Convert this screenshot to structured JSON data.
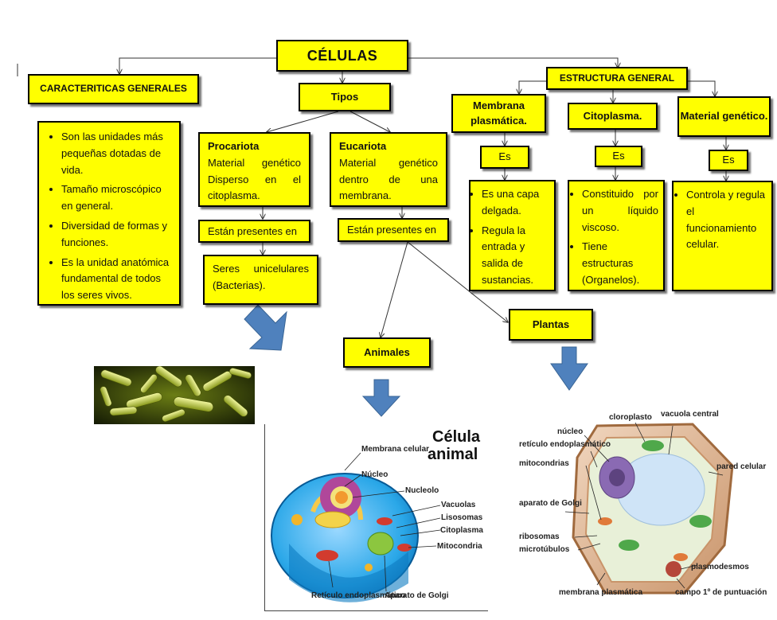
{
  "title": "CÉLULAS",
  "characteristics": {
    "header": "CARACTERITICAS GENERALES",
    "items": [
      "Son las unidades más pequeñas dotadas de vida.",
      "Tamaño microscópico en general.",
      "Diversidad de formas y funciones.",
      "Es la unidad anatómica fundamental de todos los seres vivos."
    ]
  },
  "types": {
    "header": "Tipos",
    "prokaryote": {
      "name": "Procariota",
      "desc": "Material genético Disperso en el citoplasma.",
      "present_label": "Están presentes en",
      "present_value": "Seres unicelulares (Bacterias)."
    },
    "eukaryote": {
      "name": "Eucariota",
      "desc": "Material genético dentro de una membrana.",
      "present_label": "Están presentes en",
      "animals": "Animales",
      "plants": "Plantas"
    }
  },
  "structure": {
    "header": "ESTRUCTURA GENERAL",
    "is_label": "Es",
    "membrane": {
      "name": "Membrana plasmática.",
      "items": [
        "Es una capa delgada.",
        "Regula la entrada y salida de sustancias."
      ]
    },
    "cytoplasm": {
      "name": "Citoplasma.",
      "items": [
        "Constituido por un líquido viscoso.",
        "Tiene estructuras (Organelos)."
      ]
    },
    "genetic": {
      "name": "Material genético.",
      "items": [
        "Controla y regula el funcionamiento celular."
      ]
    }
  },
  "animal_cell": {
    "title_line1": "Célula",
    "title_line2": "animal",
    "labels": [
      "Membrana celular",
      "Núcleo",
      "Nucleolo",
      "Vacuolas",
      "Lisosomas",
      "Citoplasma",
      "Mitocondria",
      "Retículo endoplasmático",
      "Aparato de Golgi"
    ]
  },
  "plant_cell": {
    "labels": [
      "cloroplasto",
      "vacuola central",
      "núcleo",
      "retículo endoplasmático",
      "mitocondrias",
      "pared celular",
      "aparato de Golgi",
      "ribosomas",
      "microtúbulos",
      "plasmodesmos",
      "membrana plasmática",
      "campo 1º de puntuación"
    ]
  },
  "colors": {
    "box": "#ffff00",
    "arrow": "#4f81bd",
    "line": "#333333"
  }
}
